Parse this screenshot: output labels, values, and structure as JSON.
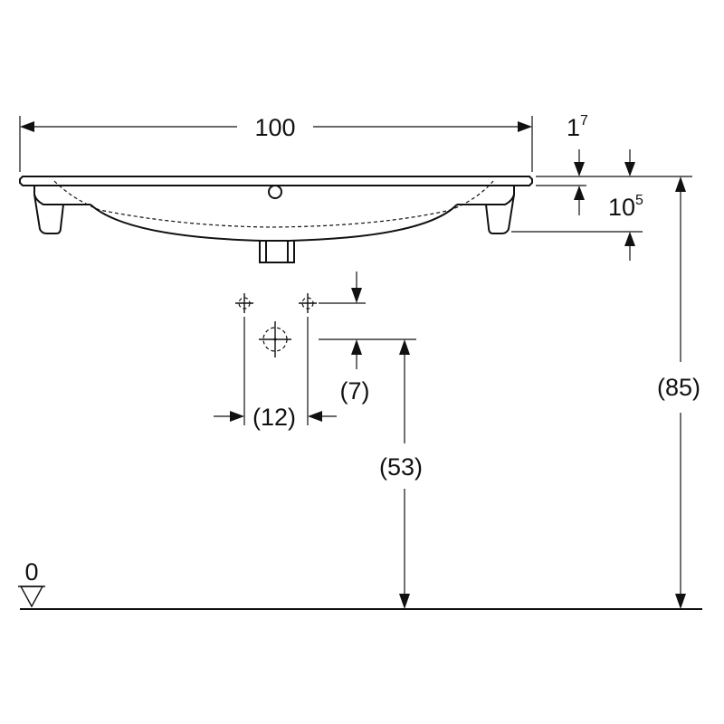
{
  "dimensions": {
    "width_overall": "100",
    "rim_thickness_base": "1",
    "rim_thickness_sup": "7",
    "basin_depth_base": "10",
    "basin_depth_sup": "5",
    "total_height": "(85)",
    "drain_height": "(53)",
    "tap_offset": "(7)",
    "tap_spacing": "(12)",
    "floor_level": "0"
  }
}
